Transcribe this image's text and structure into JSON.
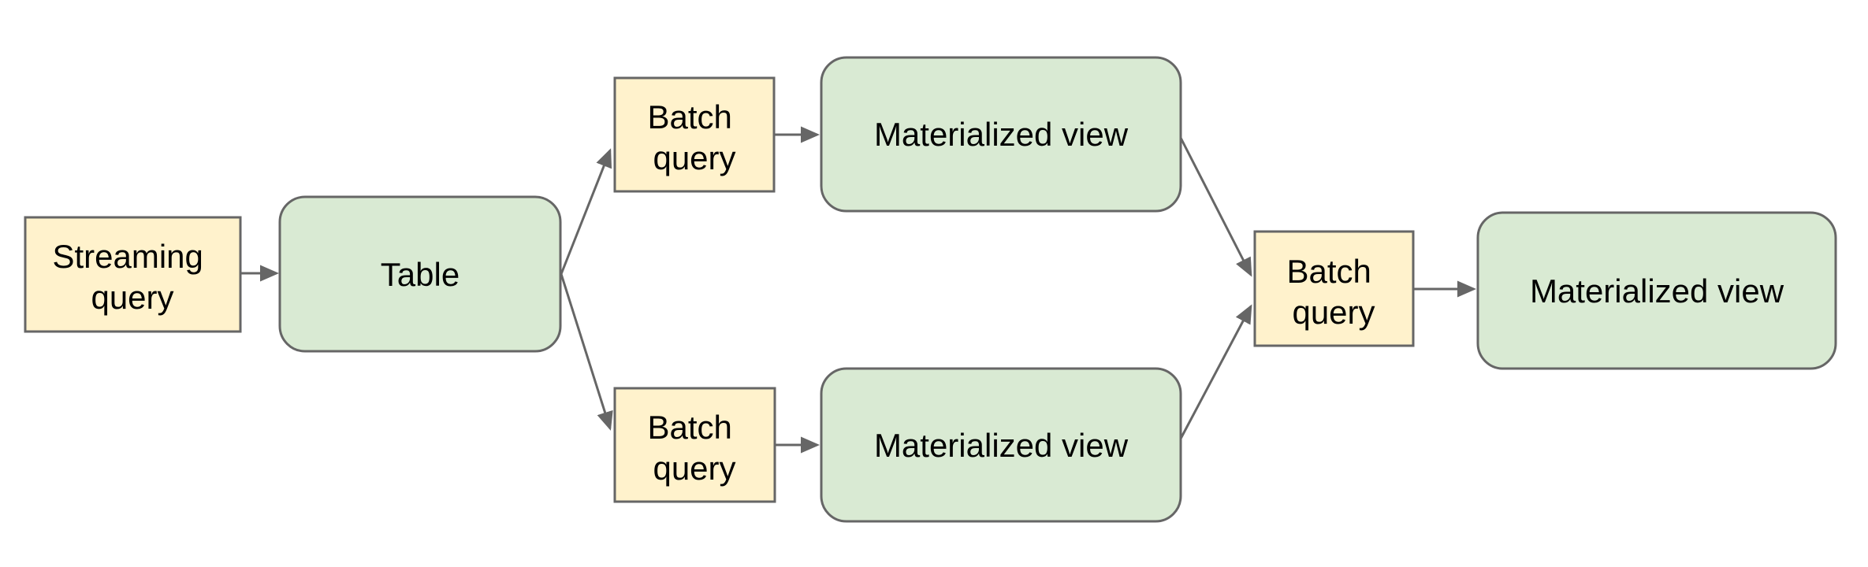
{
  "diagram": {
    "background": "#ffffff",
    "colors": {
      "query_box_fill": "#FFF2CC",
      "view_box_fill": "#D9EAD3",
      "box_border": "#666666",
      "connector": "#666666",
      "label_text": "#000000"
    },
    "nodes": {
      "streaming_query": {
        "label": "Streaming query",
        "lines": [
          "Streaming",
          "query"
        ],
        "shape": "rectangle",
        "fill": "#FFF2CC"
      },
      "table": {
        "label": "Table",
        "lines": [
          "Table"
        ],
        "shape": "rounded-rectangle",
        "fill": "#D9EAD3"
      },
      "batch_query_top": {
        "label": "Batch query",
        "lines": [
          "Batch",
          "query"
        ],
        "shape": "rectangle",
        "fill": "#FFF2CC"
      },
      "materialized_view_top": {
        "label": "Materialized view",
        "lines": [
          "Materialized view"
        ],
        "shape": "rounded-rectangle",
        "fill": "#D9EAD3"
      },
      "batch_query_bottom": {
        "label": "Batch query",
        "lines": [
          "Batch",
          "query"
        ],
        "shape": "rectangle",
        "fill": "#FFF2CC"
      },
      "materialized_view_bottom": {
        "label": "Materialized view",
        "lines": [
          "Materialized view"
        ],
        "shape": "rounded-rectangle",
        "fill": "#D9EAD3"
      },
      "batch_query_right": {
        "label": "Batch query",
        "lines": [
          "Batch",
          "query"
        ],
        "shape": "rectangle",
        "fill": "#FFF2CC"
      },
      "materialized_view_right": {
        "label": "Materialized view",
        "lines": [
          "Materialized view"
        ],
        "shape": "rounded-rectangle",
        "fill": "#D9EAD3"
      }
    },
    "edges": [
      {
        "from": "streaming_query",
        "to": "table"
      },
      {
        "from": "table",
        "to": "batch_query_top"
      },
      {
        "from": "table",
        "to": "batch_query_bottom"
      },
      {
        "from": "batch_query_top",
        "to": "materialized_view_top"
      },
      {
        "from": "batch_query_bottom",
        "to": "materialized_view_bottom"
      },
      {
        "from": "materialized_view_top",
        "to": "batch_query_right"
      },
      {
        "from": "materialized_view_bottom",
        "to": "batch_query_right"
      },
      {
        "from": "batch_query_right",
        "to": "materialized_view_right"
      }
    ]
  }
}
